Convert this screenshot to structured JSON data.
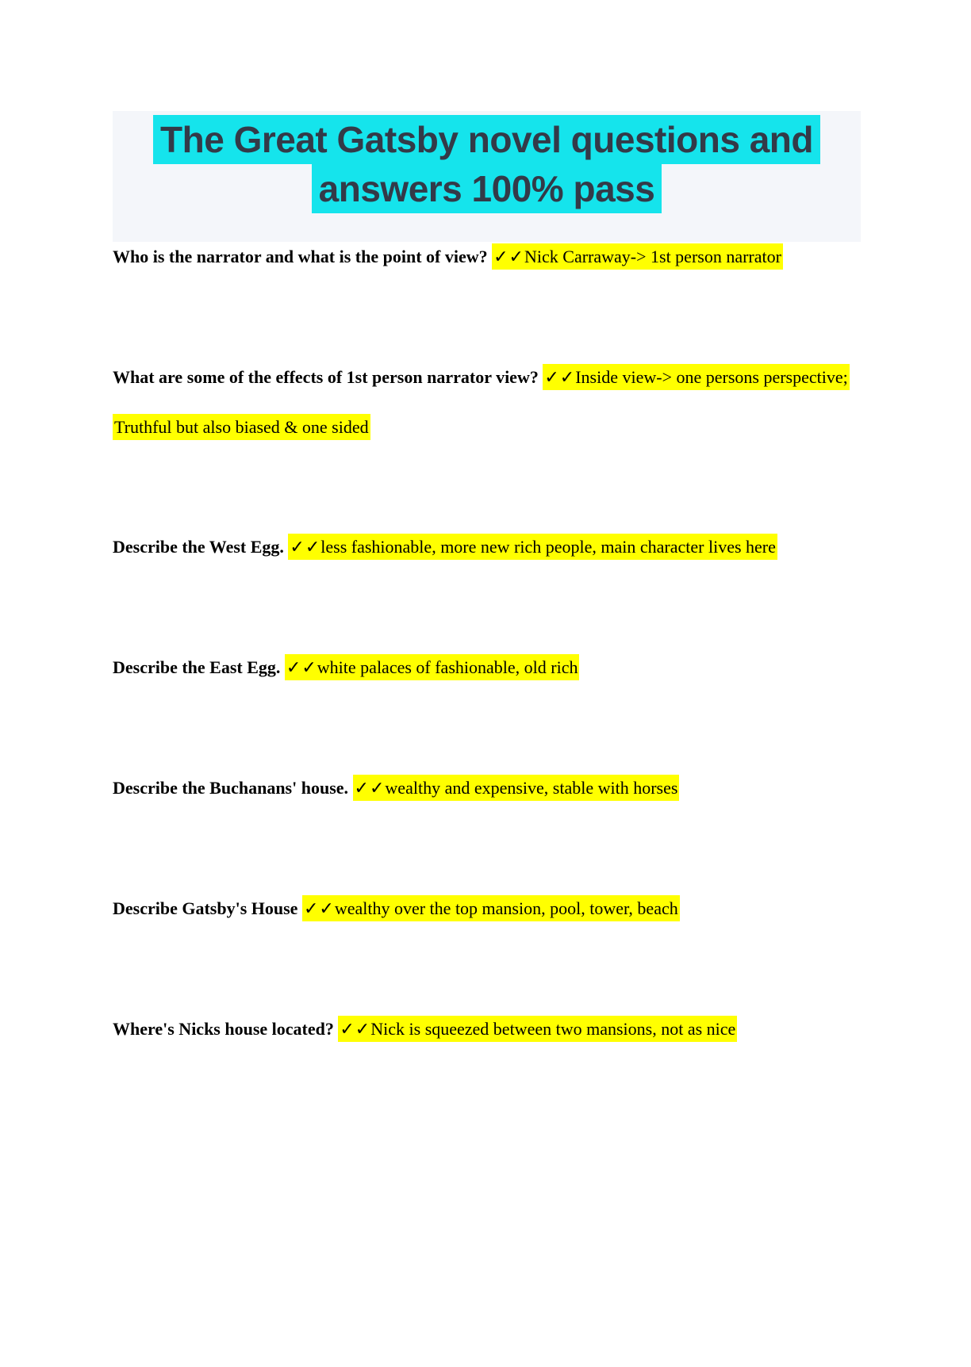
{
  "document": {
    "title_line1": "The Great Gatsby novel questions and",
    "title_line2": "answers 100% pass"
  },
  "check_marks": "✓✓",
  "colors": {
    "title_highlight": "#15e4ec",
    "title_text": "#333a48",
    "header_background": "#f4f6fa",
    "answer_highlight": "#ffff00",
    "body_text": "#000000",
    "page_background": "#ffffff"
  },
  "qa_items": [
    {
      "question": "Who is the narrator and what is the point of view?",
      "answer": "Nick Carraway-> 1st person narrator"
    },
    {
      "question": "What are some of the effects of 1st person narrator view?",
      "answer": "Inside view-> one persons perspective; Truthful but also biased & one sided"
    },
    {
      "question": "Describe the West Egg.",
      "answer": "less fashionable, more new rich people, main character lives here"
    },
    {
      "question": "Describe the East Egg.",
      "answer": "white palaces of fashionable, old rich"
    },
    {
      "question": "Describe the Buchanans' house.",
      "answer": "wealthy and expensive, stable with horses"
    },
    {
      "question": "Describe Gatsby's House",
      "answer": "wealthy over the top mansion, pool, tower, beach"
    },
    {
      "question": "Where's Nicks house located?",
      "answer": "Nick is squeezed between two mansions, not as nice"
    }
  ]
}
